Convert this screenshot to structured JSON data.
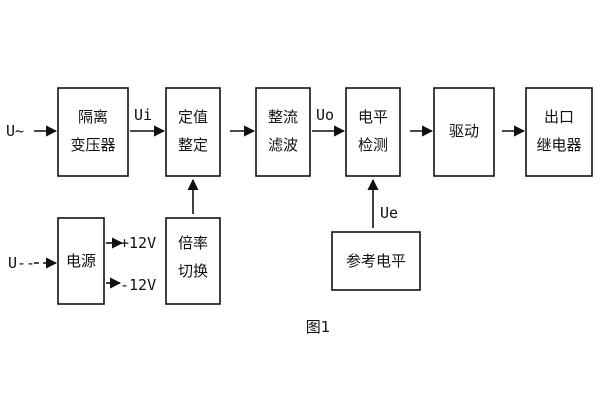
{
  "blocks": {
    "isolation_transformer": [
      "隔离",
      "变压器"
    ],
    "setpoint": [
      "定值",
      "整定"
    ],
    "rectifier_filter": [
      "整流",
      "滤波"
    ],
    "level_detect": [
      "电平",
      "检测"
    ],
    "driver": [
      "驱动"
    ],
    "output_relay": [
      "出口",
      "继电器"
    ],
    "power_supply": [
      "电源"
    ],
    "ratio_switch": [
      "倍率",
      "切换"
    ],
    "reference_level": [
      "参考电平"
    ]
  },
  "signals": {
    "ac_input": "U~",
    "dc_input": "U--",
    "ui": "Ui",
    "uo": "Uo",
    "ue": "Ue",
    "plus12": "+12V",
    "minus12": "-12V"
  },
  "caption": "图1",
  "colors": {
    "stroke": "#111111",
    "background": "#ffffff"
  }
}
